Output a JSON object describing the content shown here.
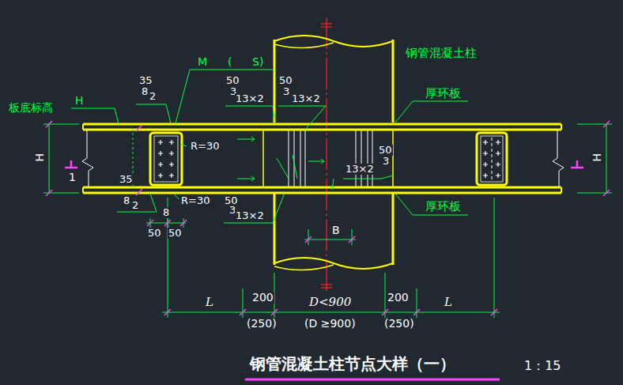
{
  "diagram": {
    "title": "钢管混凝土柱节点大样（一）",
    "labels": [
      "钢管混凝土柱",
      "厚环板",
      "厚环板",
      "板底标高",
      "H",
      "H",
      "H",
      "1",
      "M",
      "(",
      "S)",
      "35",
      "8",
      "2",
      "50",
      "3",
      "13×2",
      "50",
      "3",
      "13×2",
      "R=30",
      "35",
      "8",
      "2",
      "R=30",
      "8",
      "50",
      "50",
      "50",
      "3",
      "13×2",
      "50",
      "3",
      "13×2",
      "B",
      "L",
      "200",
      "D<900",
      "200",
      "L",
      "(250)",
      "(D ≥900)",
      "(250)",
      "1：15"
    ]
  }
}
